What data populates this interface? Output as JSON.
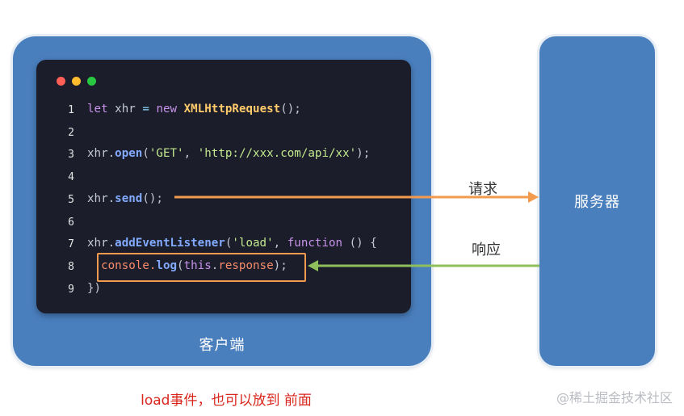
{
  "client": {
    "label": "客户端"
  },
  "server": {
    "label": "服务器"
  },
  "code": {
    "lines": [
      {
        "num": "1",
        "tokens": [
          {
            "t": "let",
            "c": "kw"
          },
          {
            "t": " xhr ",
            "c": "id"
          },
          {
            "t": "=",
            "c": "op"
          },
          {
            "t": " ",
            "c": "pn"
          },
          {
            "t": "new",
            "c": "kw"
          },
          {
            "t": " ",
            "c": "pn"
          },
          {
            "t": "XMLHttpRequest",
            "c": "cls"
          },
          {
            "t": "();",
            "c": "pn"
          }
        ]
      },
      {
        "num": "2",
        "tokens": []
      },
      {
        "num": "3",
        "tokens": [
          {
            "t": "xhr.",
            "c": "id"
          },
          {
            "t": "open",
            "c": "fn"
          },
          {
            "t": "(",
            "c": "pn"
          },
          {
            "t": "'GET'",
            "c": "str"
          },
          {
            "t": ", ",
            "c": "pn"
          },
          {
            "t": "'http://xxx.com/api/xx'",
            "c": "str"
          },
          {
            "t": ");",
            "c": "pn"
          }
        ]
      },
      {
        "num": "4",
        "tokens": []
      },
      {
        "num": "5",
        "tokens": [
          {
            "t": "xhr.",
            "c": "id"
          },
          {
            "t": "send",
            "c": "fn"
          },
          {
            "t": "();",
            "c": "pn"
          }
        ]
      },
      {
        "num": "6",
        "tokens": []
      },
      {
        "num": "7",
        "tokens": [
          {
            "t": "xhr.",
            "c": "id"
          },
          {
            "t": "addEventListener",
            "c": "fn"
          },
          {
            "t": "(",
            "c": "pn"
          },
          {
            "t": "'load'",
            "c": "str"
          },
          {
            "t": ", ",
            "c": "pn"
          },
          {
            "t": "function",
            "c": "kw"
          },
          {
            "t": " () {",
            "c": "pn"
          }
        ]
      },
      {
        "num": "8",
        "tokens": [
          {
            "t": "  console.",
            "c": "prop"
          },
          {
            "t": "log",
            "c": "fn"
          },
          {
            "t": "(",
            "c": "pn"
          },
          {
            "t": "this",
            "c": "kw"
          },
          {
            "t": ".",
            "c": "pn"
          },
          {
            "t": "response",
            "c": "prop"
          },
          {
            "t": ");",
            "c": "pn"
          }
        ]
      },
      {
        "num": "9",
        "tokens": [
          {
            "t": "})",
            "c": "pn"
          }
        ]
      }
    ]
  },
  "arrows": {
    "request": {
      "label": "请求",
      "color": "#f29a4e"
    },
    "response": {
      "label": "响应",
      "color": "#8fbf5a"
    }
  },
  "caption": "load事件，也可以放到 前面",
  "watermark": "@稀土掘金技术社区",
  "colors": {
    "box_blue": "#4a7fbe",
    "editor_bg": "#1b1d2a",
    "highlight": "#f29a4e",
    "caption_red": "#d9261c"
  }
}
